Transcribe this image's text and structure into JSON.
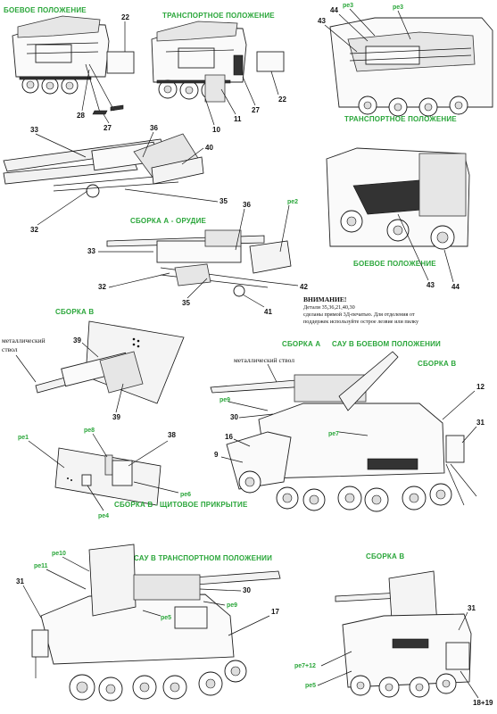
{
  "headings": {
    "combat_1": "БОЕВОЕ ПОЛОЖЕНИЕ",
    "transport_1": "ТРАНСПОРТНОЕ ПОЛОЖЕНИЕ",
    "transport_2": "ТРАНСПОРТНОЕ ПОЛОЖЕНИЕ",
    "combat_2": "БОЕВОЕ ПОЛОЖЕНИЕ",
    "assembly_a_gun": "СБОРКА А - ОРУДИЕ",
    "assembly_b_1": "СБОРКА В",
    "assembly_b_shield": "СБОРКА В - ЩИТОВОЕ ПРИКРЫТИЕ",
    "assembly_a_2": "СБОРКА А",
    "sau_combat": "САУ В БОЕВОМ ПОЛОЖЕНИИ",
    "assembly_b_2": "СБОРКА В",
    "sau_transport": "САУ В ТРАНСПОРТНОМ ПОЛОЖЕНИИ",
    "assembly_b_3": "СБОРКА В"
  },
  "notice": {
    "title": "ВНИМАНИЕ!",
    "line1": "Детали 35,36,21,40,30",
    "line2": "сделаны прямой 3Д-печатью. Для отделения от",
    "line3": "поддержек используйте острое лезвие или пилку"
  },
  "metal_barrel": {
    "line1": "металлический",
    "line2": "ствол",
    "single": "металлический ствол"
  },
  "part_numbers": {
    "p22a": "22",
    "p28": "28",
    "p27a": "27",
    "p22b": "22",
    "p27b": "27",
    "p11": "11",
    "p10": "10",
    "p44a": "44",
    "p43a": "43",
    "p33a": "33",
    "p36a": "36",
    "p40": "40",
    "p32a": "32",
    "p35a": "35",
    "p43b": "43",
    "p44b": "44",
    "p36b": "36",
    "p33b": "33",
    "p32b": "32",
    "p35b": "35",
    "p42": "42",
    "p41": "41",
    "p39a": "39",
    "p39b": "39",
    "p38": "38",
    "p30a": "30",
    "p12": "12",
    "p16": "16",
    "p31a": "31",
    "p9": "9",
    "p31b": "31",
    "p30b": "30",
    "p17": "17",
    "p31c": "31",
    "p1819": "18+19"
  },
  "pe_labels": {
    "pe3a": "pe3",
    "pe3b": "pe3",
    "pe2": "pe2",
    "pe8a": "pe8",
    "pe1": "pe1",
    "pe6": "pe6",
    "pe4": "pe4",
    "pe9a": "pe9",
    "pe7a": "pe7",
    "pe10": "pe10",
    "pe11": "pe11",
    "pe9b": "pe9",
    "pe5a": "pe5",
    "pe712": "pe7+12",
    "pe5b": "pe5"
  }
}
